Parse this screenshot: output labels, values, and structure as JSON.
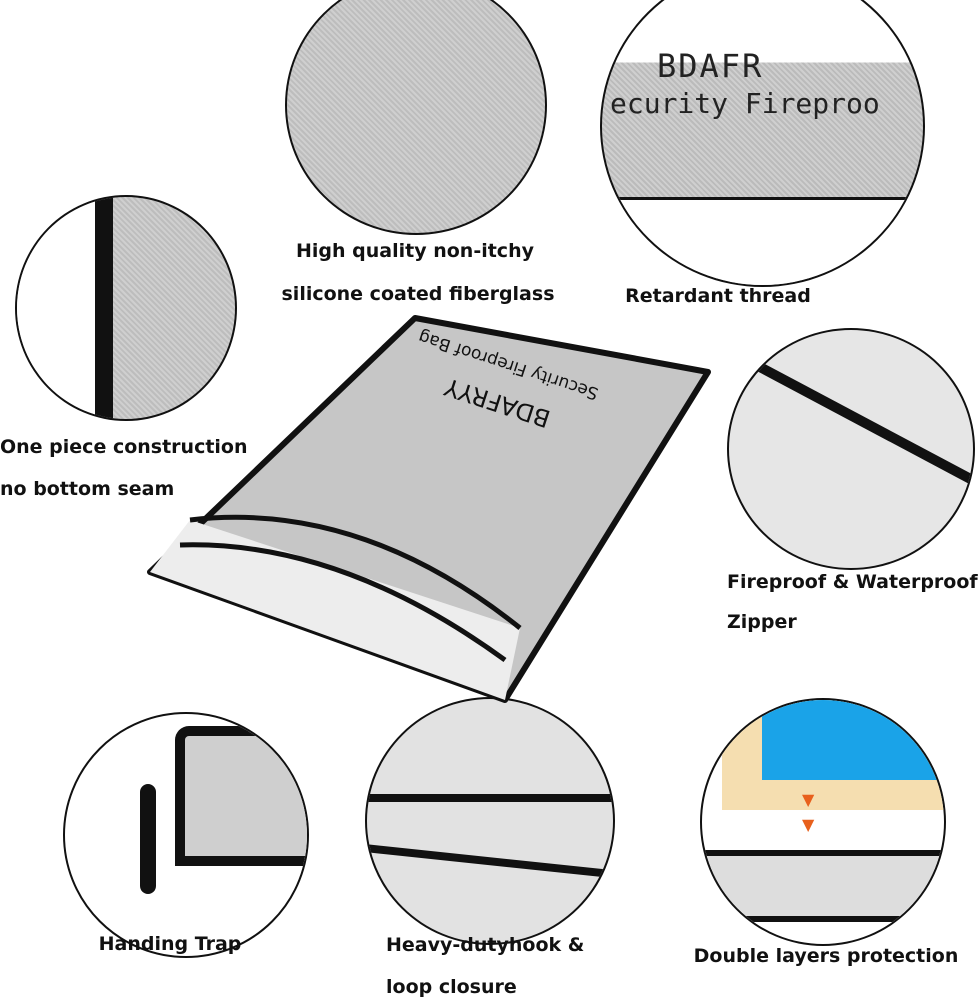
{
  "bag": {
    "brand": "BDAFRYY",
    "subtitle": "Security Fireproof Bag"
  },
  "thread_closeup": {
    "line1": "BDAFR",
    "line2": "ecurity Fireproo"
  },
  "features": {
    "fiberglass": {
      "line1": "High quality non-itchy",
      "line2": "silicone coated fiberglass"
    },
    "thread": {
      "line1": "Retardant thread"
    },
    "construction": {
      "line1": "One piece construction",
      "line2": "no bottom seam"
    },
    "zipper": {
      "line1": "Fireproof & Waterproof",
      "line2": "Zipper"
    },
    "trap": {
      "line1": "Handing Trap"
    },
    "closure": {
      "line1": "Heavy-dutyhook &",
      "line2": "loop closure"
    },
    "layers": {
      "line1": "Double layers protection"
    }
  },
  "colors": {
    "fabric": "#c8c8c8",
    "trim": "#111111",
    "layer_blue": "#1aa3e8",
    "layer_yellow": "#f5deb0",
    "arrow": "#e8601c"
  }
}
